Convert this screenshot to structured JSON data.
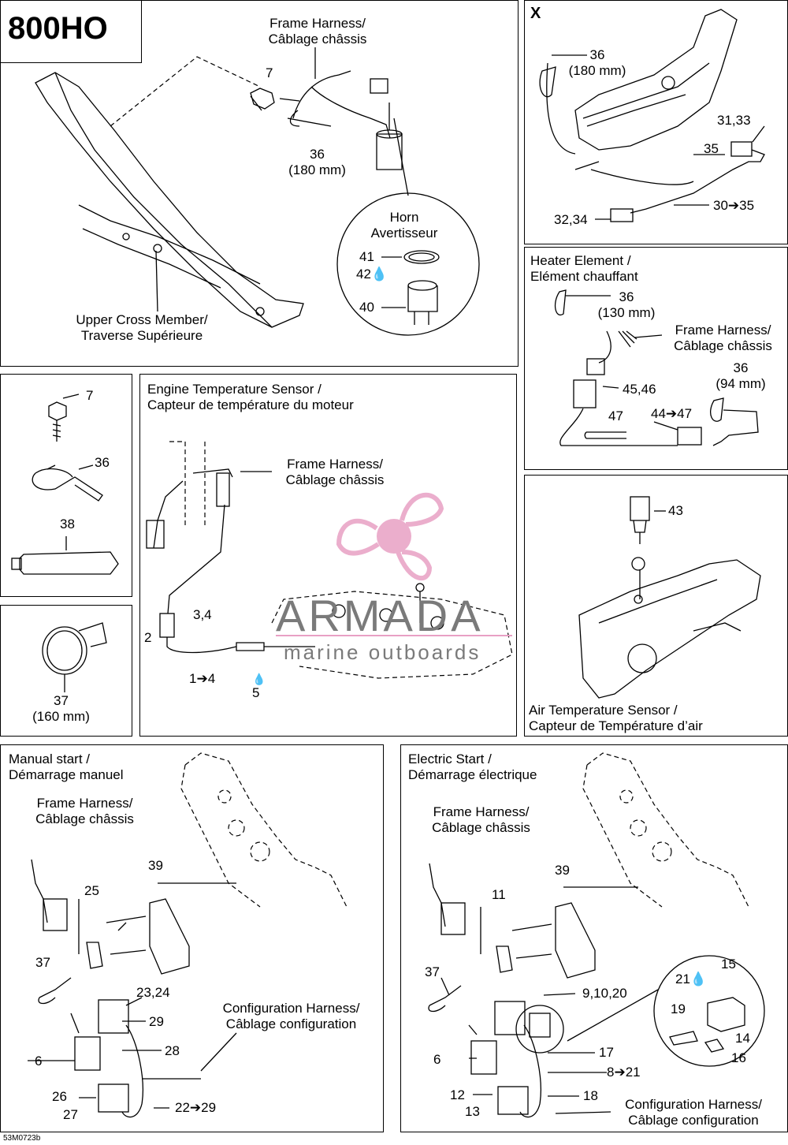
{
  "model": "800HO",
  "diagram_code": "53M0723b",
  "watermark": {
    "brand": "ARMADA",
    "tagline": "marine outboards",
    "accent": "#e8a0c4",
    "text_color": "#7a7a7a"
  },
  "panels": {
    "main": {
      "frame_harness": [
        "Frame Harness/",
        "Câblage châssis"
      ],
      "horn": [
        "Horn",
        "Avertisseur"
      ],
      "upper_cross_member": [
        "Upper Cross Member/",
        "Traverse Supérieure"
      ],
      "refs": {
        "r7": "7",
        "r36": "36",
        "r36_size": "(180 mm)",
        "r41": "41",
        "r42": "42",
        "r40": "40"
      }
    },
    "x": {
      "mark": "X",
      "refs": {
        "r36": "36",
        "r36_size": "(180 mm)",
        "r31_33": "31,33",
        "r35": "35",
        "r30_35": "30➔35",
        "r32_34": "32,34"
      }
    },
    "heater": {
      "title": [
        "Heater Element /",
        "Elément chauffant"
      ],
      "frame_harness": [
        "Frame Harness/",
        "Câblage châssis"
      ],
      "refs": {
        "r36a": "36",
        "r36a_size": "(130 mm)",
        "r36b": "36",
        "r36b_size": "(94 mm)",
        "r45_46": "45,46",
        "r47": "47",
        "r44_47": "44➔47"
      }
    },
    "parts": {
      "refs": {
        "r7": "7",
        "r36": "36",
        "r38": "38"
      }
    },
    "clamp": {
      "refs": {
        "r37": "37",
        "r37_size": "(160 mm)"
      }
    },
    "engine_temp": {
      "title": [
        "Engine Temperature Sensor /",
        "Capteur de température du moteur"
      ],
      "frame_harness": [
        "Frame Harness/",
        "Câblage châssis"
      ],
      "refs": {
        "r2": "2",
        "r3_4": "3,4",
        "r1_4": "1➔4",
        "r5": "5"
      }
    },
    "air_temp": {
      "title": [
        "Air Temperature Sensor /",
        "Capteur de Température d’air"
      ],
      "refs": {
        "r43": "43"
      }
    },
    "manual": {
      "title": [
        "Manual start /",
        "Démarrage manuel"
      ],
      "frame_harness": [
        "Frame Harness/",
        "Câblage châssis"
      ],
      "config_harness": [
        "Configuration Harness/",
        "Câblage configuration"
      ],
      "refs": {
        "r39": "39",
        "r25": "25",
        "r37": "37",
        "r23_24": "23,24",
        "r29": "29",
        "r28": "28",
        "r6": "6",
        "r26": "26",
        "r27": "27",
        "r22_29": "22➔29"
      }
    },
    "electric": {
      "title": [
        "Electric Start /",
        "Démarrage électrique"
      ],
      "frame_harness": [
        "Frame Harness/",
        "Câblage châssis"
      ],
      "config_harness": [
        "Configuration Harness/",
        "Câblage configuration"
      ],
      "refs": {
        "r39": "39",
        "r11": "11",
        "r37": "37",
        "r9_10_20": "9,10,20",
        "r21": "21",
        "r15": "15",
        "r19": "19",
        "r14": "14",
        "r16": "16",
        "r17": "17",
        "r8_21": "8➔21",
        "r6": "6",
        "r12": "12",
        "r13": "13",
        "r18": "18"
      }
    }
  }
}
